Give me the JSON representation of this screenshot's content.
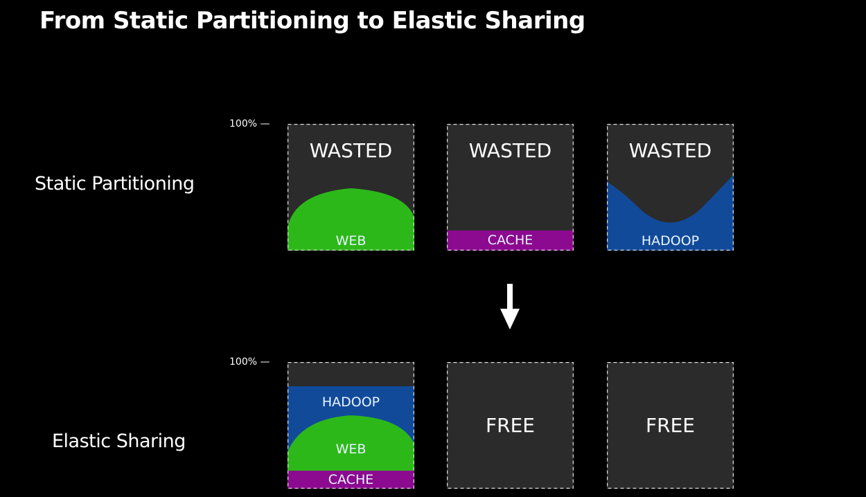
{
  "title": "From Static Partitioning to Elastic Sharing",
  "axis_label": "100% —",
  "colors": {
    "box": "#2b2b2b",
    "web": "#2db81a",
    "cache": "#8b0a8f",
    "hadoop": "#124a9a"
  },
  "static": {
    "label": "Static Partitioning",
    "boxes": [
      {
        "top": "WASTED",
        "bottom": "WEB"
      },
      {
        "top": "WASTED",
        "bottom": "CACHE"
      },
      {
        "top": "WASTED",
        "bottom": "HADOOP"
      }
    ]
  },
  "elastic": {
    "label": "Elastic Sharing",
    "boxes": [
      {
        "hadoop": "HADOOP",
        "web": "WEB",
        "cache": "CACHE"
      },
      {
        "label": "FREE"
      },
      {
        "label": "FREE"
      }
    ]
  }
}
